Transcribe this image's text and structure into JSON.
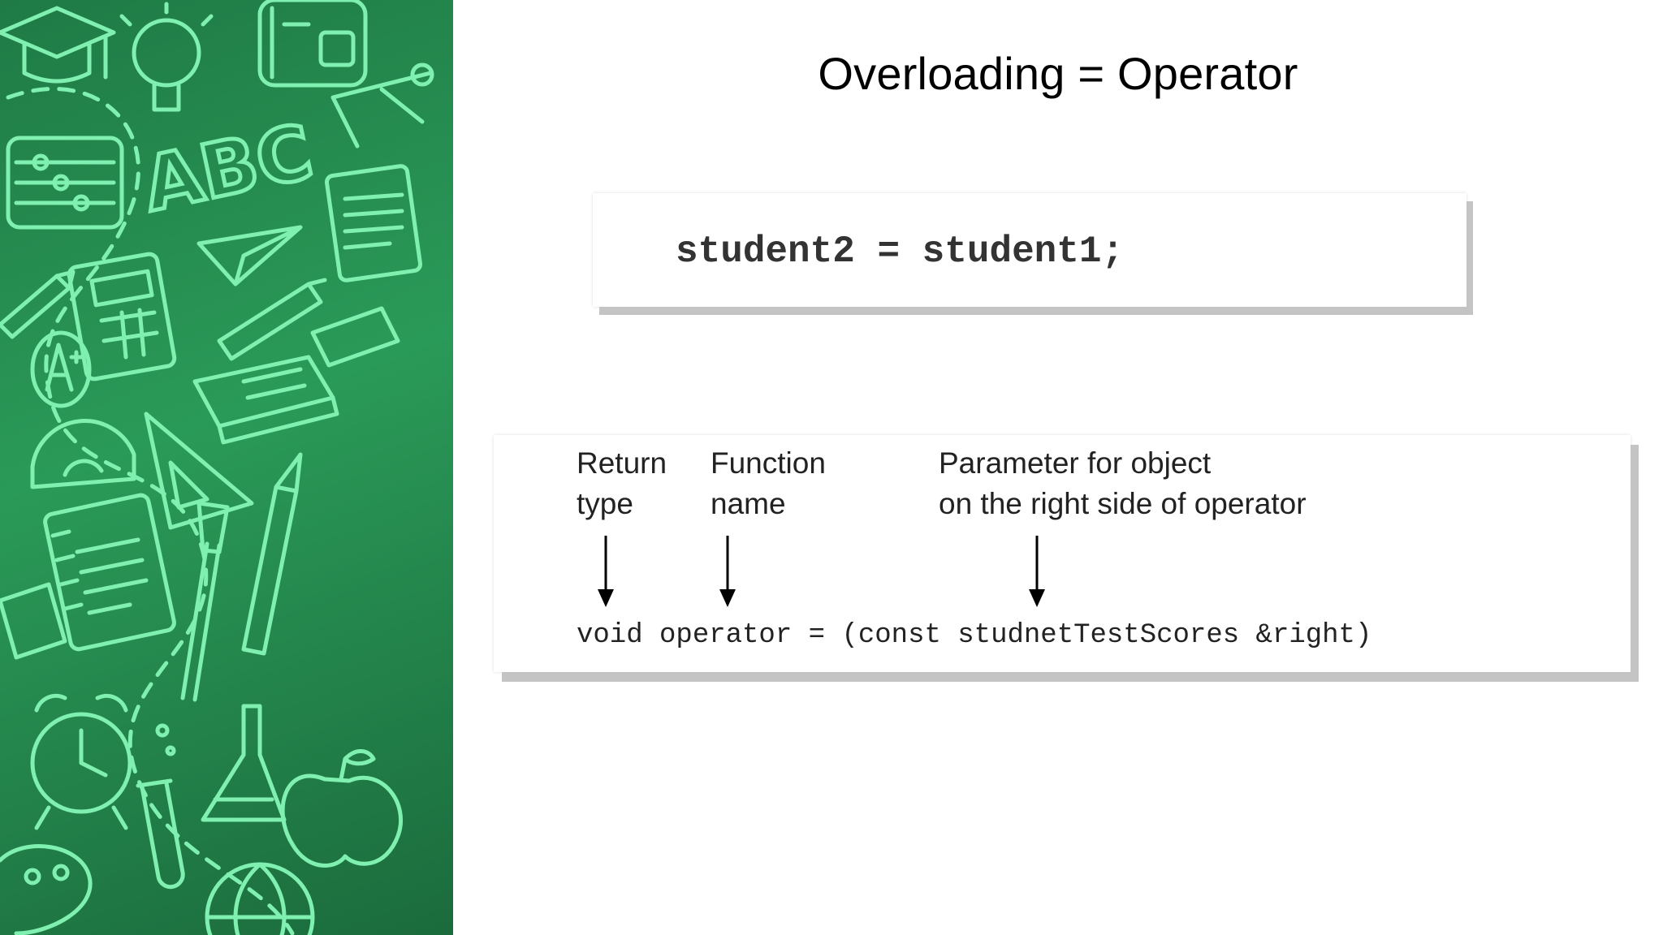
{
  "slide": {
    "title": "Overloading = Operator",
    "assignment_code": "student2 = student1;",
    "diagram": {
      "return_type_label": "Return\ntype",
      "function_name_label": "Function\nname",
      "parameter_label": "Parameter for object\non the right side of operator",
      "signature": "void operator = (const studnetTestScores &right)"
    }
  },
  "decor": {
    "panel_color": "#2a9a58",
    "doodle_color": "#7ff0b0",
    "doodle_letters": "ABC",
    "icons": [
      "graduation-cap-icon",
      "lightbulb-icon",
      "backpack-icon",
      "abacus-icon",
      "compass-icon",
      "paper-plane-icon",
      "calculator-icon",
      "pencil-icon",
      "books-icon",
      "protractor-icon",
      "triangle-ruler-icon",
      "notebook-icon",
      "paintbrush-icon",
      "alarm-clock-icon",
      "test-tube-icon",
      "flask-icon",
      "apple-icon",
      "globe-icon",
      "palette-icon"
    ]
  }
}
